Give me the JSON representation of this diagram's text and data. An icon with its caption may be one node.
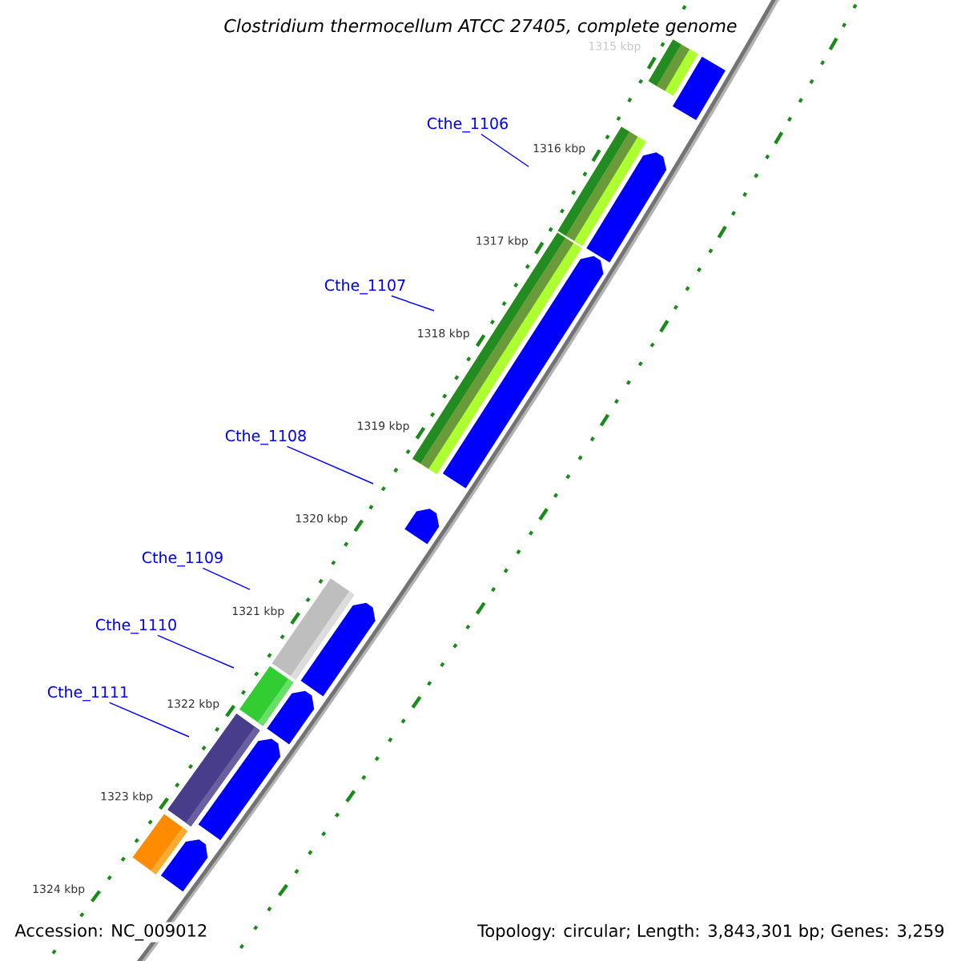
{
  "diagram": {
    "title": "Clostridium thermocellum ATCC 27405, complete genome",
    "nodes": [
      {
        "text": [
          "Cthe_1106"
        ]
      },
      {
        "text": [
          "Cthe_1107"
        ]
      },
      {
        "text": [
          "Cthe_1108"
        ]
      },
      {
        "text": [
          "Cthe_1109"
        ]
      },
      {
        "text": [
          "Cthe_1110"
        ]
      },
      {
        "text": [
          "Cthe_1111"
        ]
      }
    ],
    "edges": [
      {
        "from": 0,
        "to": null,
        "arrow": "none"
      },
      {
        "from": 1,
        "to": null,
        "arrow": "none"
      },
      {
        "from": 2,
        "to": null,
        "arrow": "none"
      },
      {
        "from": 3,
        "to": null,
        "arrow": "none"
      },
      {
        "from": 4,
        "to": null,
        "arrow": "none"
      },
      {
        "from": 5,
        "to": null,
        "arrow": "none"
      }
    ],
    "labels": [
      "1315 kbp",
      "1316 kbp",
      "1317 kbp",
      "1318 kbp",
      "1319 kbp",
      "1320 kbp",
      "1321 kbp",
      "1322 kbp",
      "1323 kbp",
      "1324 kbp",
      "Accession: NC_009012",
      "Topology: circular; Length: 3,843,301 bp; Genes: 3,259"
    ]
  }
}
